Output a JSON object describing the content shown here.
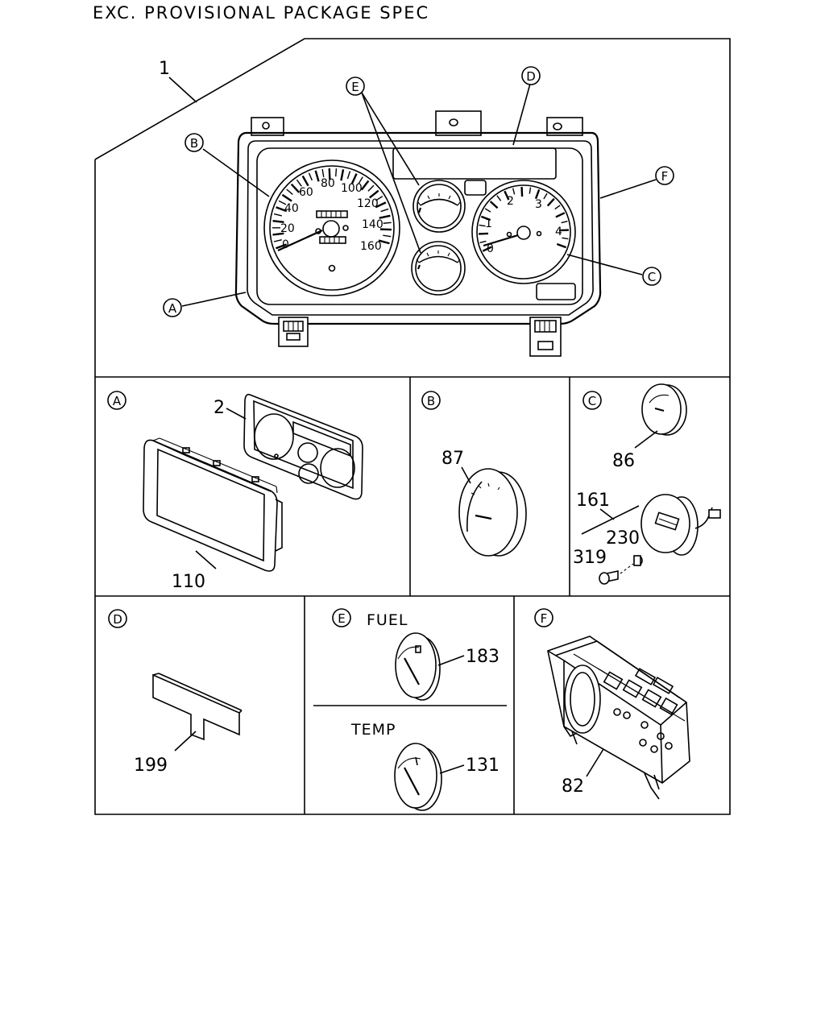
{
  "header": {
    "title": "EXC. PROVISIONAL PACKAGE SPEC"
  },
  "main": {
    "item_label": "1",
    "callouts": {
      "A": "A",
      "B": "B",
      "C": "C",
      "D": "D",
      "E": "E",
      "F": "F"
    },
    "speedometer_ticks": [
      "0",
      "20",
      "40",
      "60",
      "80",
      "100",
      "120",
      "140",
      "160"
    ],
    "tachometer_ticks": [
      "0",
      "1",
      "2",
      "3",
      "4"
    ]
  },
  "panels": {
    "a": {
      "letter": "A",
      "parts": [
        "2",
        "110"
      ]
    },
    "b": {
      "letter": "B",
      "parts": [
        "87"
      ]
    },
    "c": {
      "letter": "C",
      "parts": [
        "86",
        "161",
        "230",
        "319"
      ]
    },
    "d": {
      "letter": "D",
      "parts": [
        "199"
      ]
    },
    "e": {
      "letter": "E",
      "label_top": "FUEL",
      "label_bottom": "TEMP",
      "parts": [
        "183",
        "131"
      ]
    },
    "f": {
      "letter": "F",
      "parts": [
        "82"
      ]
    }
  },
  "colors": {
    "line": "#000000",
    "background": "#ffffff"
  }
}
